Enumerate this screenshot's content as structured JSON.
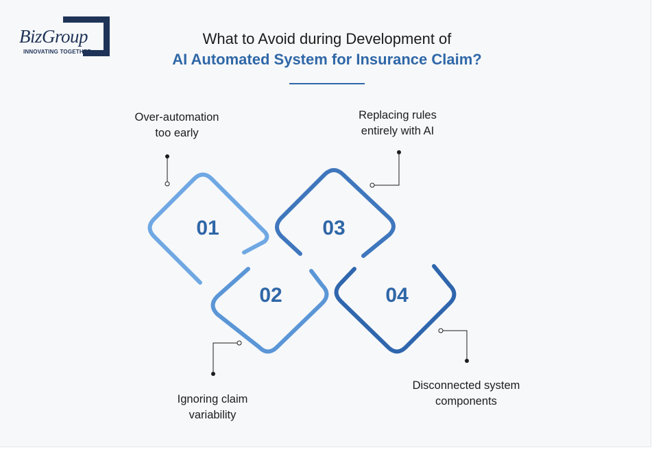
{
  "brand": {
    "logo_text": "BizGroup",
    "tagline": "INNOVATING TOGETHER",
    "color": "#1f3357"
  },
  "title": {
    "line1": "What to Avoid during Development of",
    "line2": "AI Automated System for Insurance Claim?",
    "accent_color": "#2f67a7"
  },
  "steps": [
    {
      "number": "01",
      "label_line1": "Over-automation",
      "label_line2": "too early",
      "color": "#6fa8e3"
    },
    {
      "number": "02",
      "label_line1": "Ignoring claim",
      "label_line2": "variability",
      "color": "#5b96d6"
    },
    {
      "number": "03",
      "label_line1": "Replacing rules",
      "label_line2": "entirely with AI",
      "color": "#3f77bd"
    },
    {
      "number": "04",
      "label_line1": "Disconnected system",
      "label_line2": "components",
      "color": "#2f66ad"
    }
  ]
}
